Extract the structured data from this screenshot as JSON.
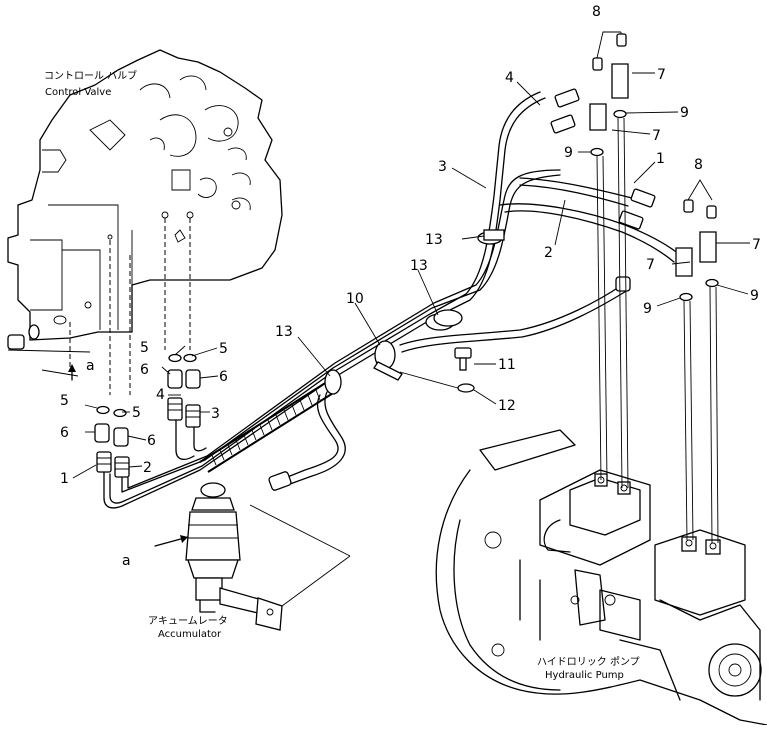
{
  "labels": {
    "control_valve_jp": "コントロール バルブ",
    "control_valve_en": "Control Valve",
    "accumulator_jp": "アキュームレータ",
    "accumulator_en": "Accumulator",
    "hydraulic_pump_jp": "ハイドロリック ポンプ",
    "hydraulic_pump_en": "Hydraulic Pump",
    "ref_a": "a"
  },
  "callouts": {
    "n1": "1",
    "n2": "2",
    "n3": "3",
    "n4": "4",
    "n5": "5",
    "n6": "6",
    "n7": "7",
    "n8": "8",
    "n9": "9",
    "n10": "10",
    "n11": "11",
    "n12": "12",
    "n13": "13"
  }
}
